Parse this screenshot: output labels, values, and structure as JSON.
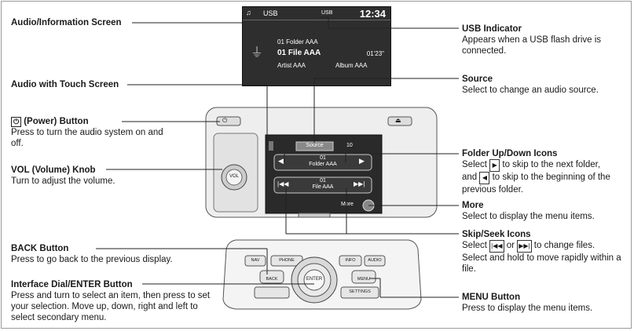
{
  "screen": {
    "source": "USB",
    "clock": "12:34",
    "indicator": "USB",
    "folder": "01 Folder AAA",
    "file": "01 File AAA",
    "time": "01'23\"",
    "artist": "Artist AAA",
    "album": "Album AAA"
  },
  "touch": {
    "source_btn": "Source",
    "track": "10",
    "folder_num": "01",
    "folder_name": "Folder AAA",
    "file_num": "01",
    "file_name": "File AAA",
    "more": "More",
    "vol": "VOL"
  },
  "panel": {
    "nav": "NAV",
    "phone": "PHONE",
    "info": "INFO",
    "audio": "AUDIO",
    "back": "BACK",
    "enter": "ENTER",
    "menu": "MENU",
    "settings": "SETTINGS"
  },
  "labels": {
    "audio_info_screen": "Audio/Information Screen",
    "audio_touch_screen": "Audio with Touch Screen",
    "power_title": "(Power) Button",
    "power_desc": "Press to turn the audio system on and off.",
    "vol_title": "VOL (Volume) Knob",
    "vol_desc": "Turn to adjust the volume.",
    "back_title": "BACK Button",
    "back_desc": "Press to go back to the previous display.",
    "dial_title": "Interface Dial/ENTER Button",
    "dial_desc": "Press and turn to select an item, then press to set your selection. Move up, down, right and left to select secondary menu.",
    "usb_title": "USB Indicator",
    "usb_desc": "Appears when a USB flash drive is connected.",
    "source_title": "Source",
    "source_desc": "Select to change an audio source.",
    "folder_title": "Folder Up/Down Icons",
    "folder_desc_a": "Select",
    "folder_desc_b": "to skip to the next folder,",
    "folder_desc_c": "and",
    "folder_desc_d": "to skip to the beginning of the previous folder.",
    "more_title": "More",
    "more_desc": "Select to display the menu items.",
    "skip_title": "Skip/Seek Icons",
    "skip_desc_a": "Select",
    "skip_desc_b": "or",
    "skip_desc_c": "to change files.",
    "skip_desc_d": "Select and hold to move rapidly within a file.",
    "menu_title": "MENU Button",
    "menu_desc": "Press to display the menu items."
  }
}
